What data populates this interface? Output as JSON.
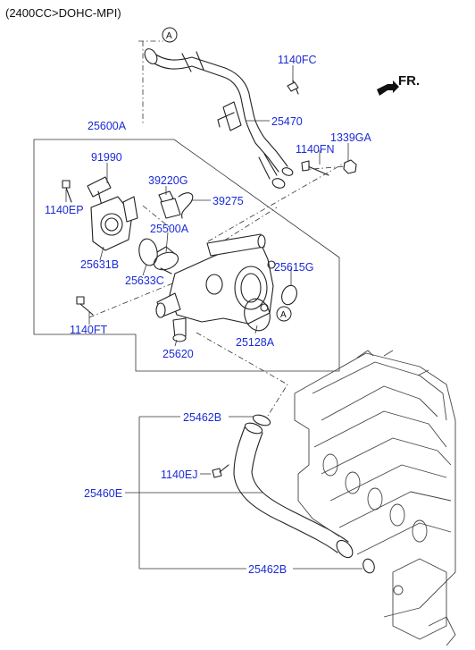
{
  "header": {
    "title": "(2400CC>DOHC-MPI)"
  },
  "front_indicator": {
    "label": "FR."
  },
  "reference_marks": [
    "A",
    "A"
  ],
  "labels": {
    "p1140FC": "1140FC",
    "p25470": "25470",
    "p25600A": "25600A",
    "p1339GA": "1339GA",
    "p1140FN": "1140FN",
    "p91990": "91990",
    "p39220G": "39220G",
    "p39275": "39275",
    "p1140EP": "1140EP",
    "p25500A": "25500A",
    "p25631B": "25631B",
    "p25633C": "25633C",
    "p25615G": "25615G",
    "p1140FT": "1140FT",
    "p25128A": "25128A",
    "p25620": "25620",
    "p25462B_top": "25462B",
    "p1140EJ": "1140EJ",
    "p25460E": "25460E",
    "p25462B_bottom": "25462B"
  }
}
